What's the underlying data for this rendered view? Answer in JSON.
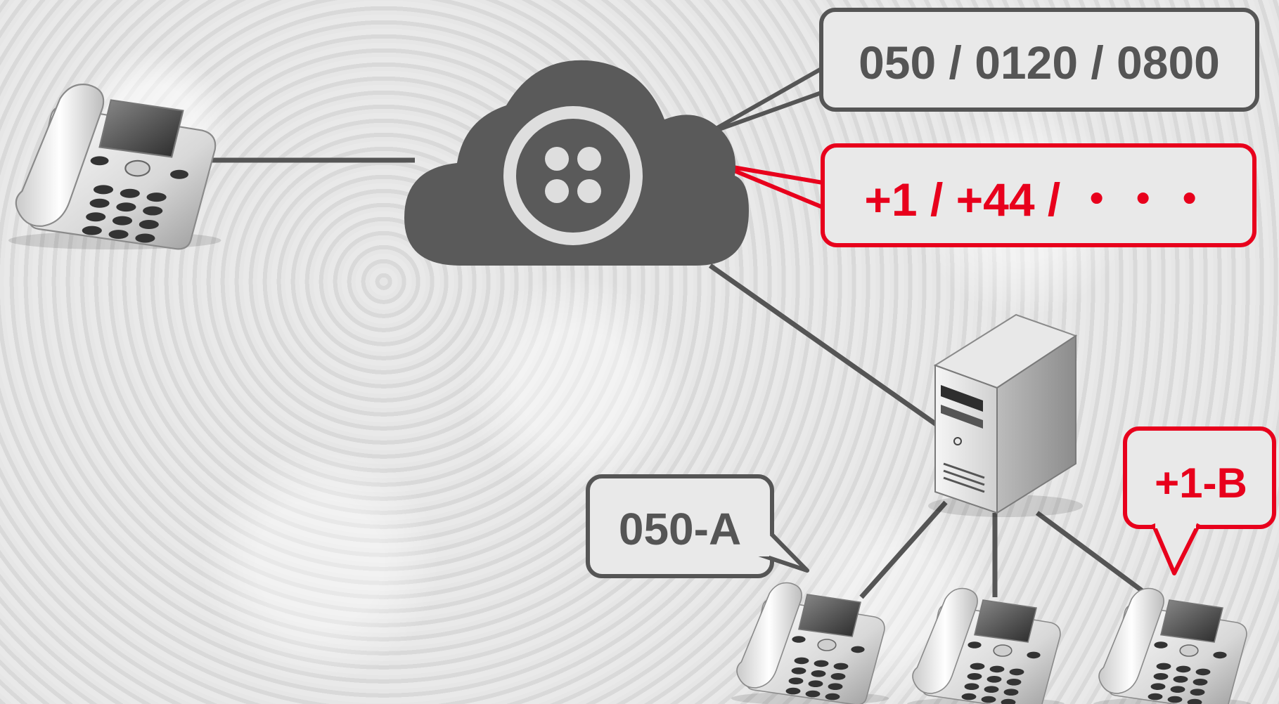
{
  "callouts": {
    "domestic_numbers": "050 / 0120 / 0800",
    "international_numbers": "+1 / +44 / ・・・",
    "extension_a": "050-A",
    "extension_b": "+1-B"
  },
  "colors": {
    "neutral": "#555555",
    "highlight": "#e8001c",
    "cloud": "#5a5a5a"
  },
  "icons": [
    "telephone-icon",
    "cloud-icon",
    "server-icon"
  ]
}
